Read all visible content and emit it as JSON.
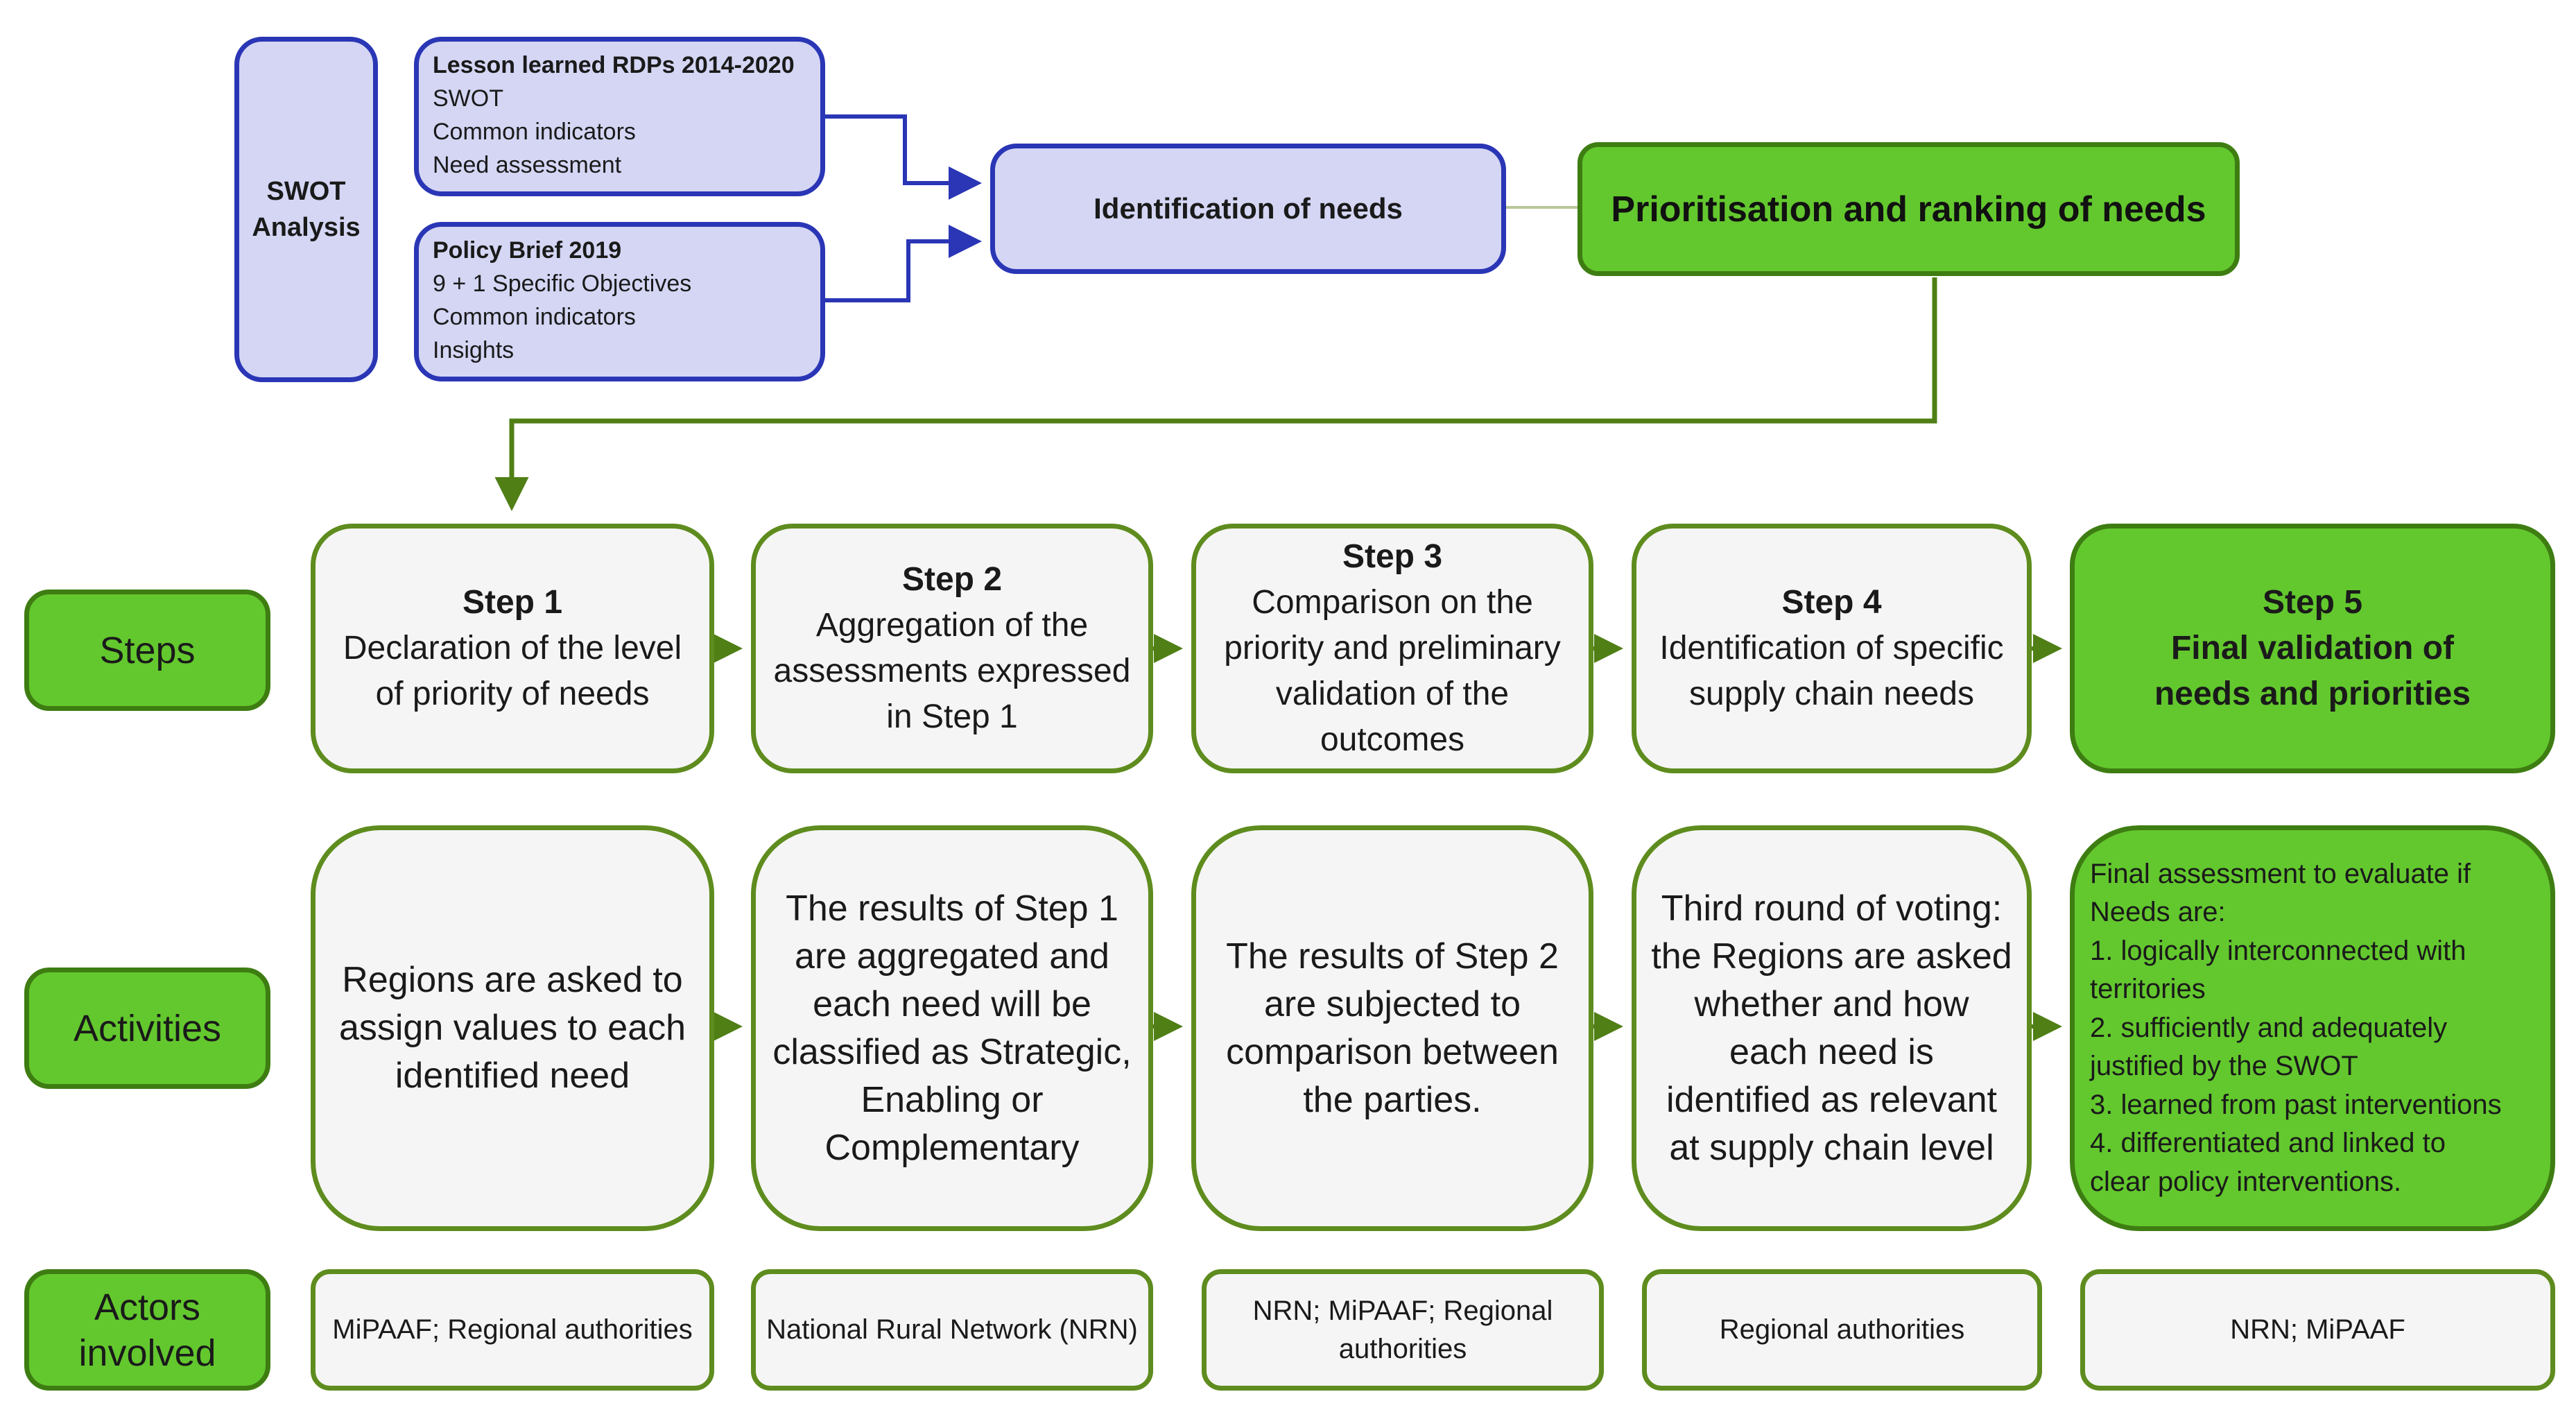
{
  "top": {
    "swot": "SWOT Analysis",
    "lesson": {
      "title": "Lesson learned RDPs 2014-2020",
      "items": [
        "SWOT",
        "Common indicators",
        "Need assessment"
      ]
    },
    "policy": {
      "title": "Policy Brief 2019",
      "items": [
        "9 + 1 Specific Objectives",
        "Common indicators",
        "Insights"
      ]
    },
    "identification": "Identification of needs",
    "prioritisation": "Prioritisation and ranking of needs"
  },
  "rows": {
    "steps": "Steps",
    "activities": "Activities",
    "actors": "Actors involved"
  },
  "steps": [
    {
      "title": "Step 1",
      "desc": "Declaration of the level of priority of needs"
    },
    {
      "title": "Step 2",
      "desc": "Aggregation of the assessments expressed in Step 1"
    },
    {
      "title": "Step 3",
      "desc": "Comparison on the priority and preliminary validation of the outcomes"
    },
    {
      "title": "Step 4",
      "desc": "Identification of specific supply chain needs"
    },
    {
      "title": "Step 5",
      "desc": "Final validation of needs and priorities"
    }
  ],
  "activities": [
    [
      "Regions are asked to",
      "assign values to each",
      "identified need"
    ],
    [
      "The results of Step 1",
      "are aggregated and",
      "each need will be",
      "classified as Strategic,",
      "Enabling or",
      "Complementary"
    ],
    [
      "The results of Step 2",
      "are subjected to",
      "comparison between",
      "the parties."
    ],
    [
      "Third round of voting:",
      "the Regions are asked",
      "whether and how",
      "each need is",
      "identified as relevant",
      "at supply chain level"
    ],
    [
      "Final assessment to evaluate if",
      "Needs are:",
      "1. logically interconnected with",
      "territories",
      "2. sufficiently and adequately",
      "justified by the SWOT",
      "3. learned from past interventions",
      "4. differentiated and linked to",
      "clear policy interventions."
    ]
  ],
  "actors": [
    "MiPAAF; Regional authorities",
    "National Rural Network (NRN)",
    "NRN; MiPAAF; Regional authorities",
    "Regional authorities",
    "NRN; MiPAAF"
  ],
  "colors": {
    "blue_fill": "#d4d6f4",
    "blue_border": "#2a36b5",
    "green_fill": "#63c82e",
    "green_border": "#3e7d12",
    "connector": "#4f7f15"
  }
}
